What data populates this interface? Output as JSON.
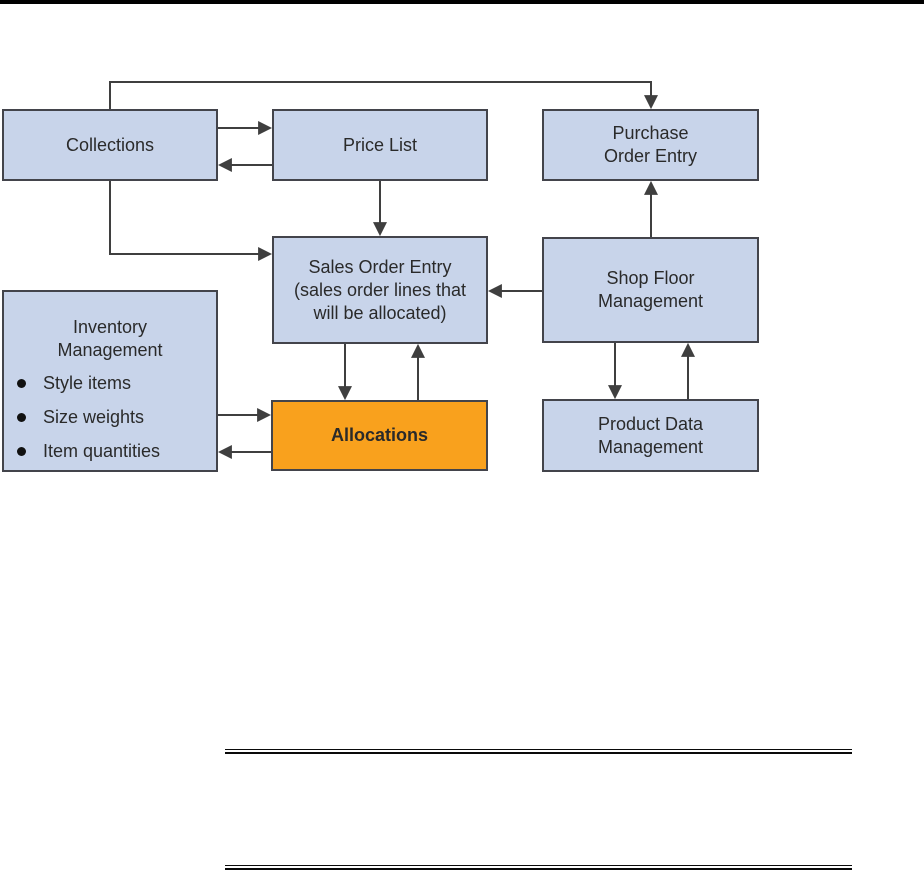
{
  "diagram": {
    "colors": {
      "node_fill": "#C8D4EA",
      "node_border": "#43444B",
      "highlight_fill": "#F9A11D",
      "connector": "#3F3F3F",
      "text": "#2A2A2A"
    },
    "nodes": {
      "collections": {
        "label": "Collections"
      },
      "price_list": {
        "label": "Price List"
      },
      "purchase_order_entry": {
        "line1": "Purchase",
        "line2": "Order Entry"
      },
      "sales_order_entry": {
        "line1": "Sales Order Entry",
        "line2": "(sales order lines that",
        "line3": "will be allocated)"
      },
      "shop_floor_management": {
        "line1": "Shop Floor",
        "line2": "Management"
      },
      "inventory_management": {
        "line1": "Inventory",
        "line2": "Management",
        "bullets": [
          "Style items",
          "Size weights",
          "Item quantities"
        ]
      },
      "allocations": {
        "label": "Allocations"
      },
      "product_data_management": {
        "line1": "Product Data",
        "line2": "Management"
      }
    },
    "edges": [
      {
        "from": "collections",
        "to": "purchase_order_entry"
      },
      {
        "from": "collections",
        "to": "price_list"
      },
      {
        "from": "price_list",
        "to": "collections"
      },
      {
        "from": "collections",
        "to": "sales_order_entry"
      },
      {
        "from": "price_list",
        "to": "sales_order_entry"
      },
      {
        "from": "shop_floor_management",
        "to": "sales_order_entry"
      },
      {
        "from": "shop_floor_management",
        "to": "purchase_order_entry"
      },
      {
        "from": "sales_order_entry",
        "to": "allocations"
      },
      {
        "from": "allocations",
        "to": "sales_order_entry"
      },
      {
        "from": "shop_floor_management",
        "to": "product_data_management"
      },
      {
        "from": "product_data_management",
        "to": "shop_floor_management"
      },
      {
        "from": "inventory_management",
        "to": "allocations"
      },
      {
        "from": "allocations",
        "to": "inventory_management"
      }
    ]
  }
}
